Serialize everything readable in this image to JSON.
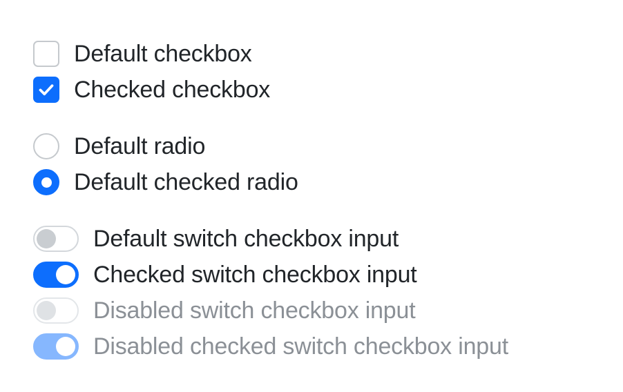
{
  "theme": {
    "accent": "#0d6efd",
    "accent_muted": "#86b7fe",
    "border": "#c5c9cd",
    "text": "#212529",
    "text_disabled": "#8b9096",
    "background": "#ffffff"
  },
  "groups": [
    {
      "name": "checkbox-group",
      "rows": [
        {
          "control": "checkbox",
          "checked": false,
          "disabled": false,
          "label": "Default checkbox"
        },
        {
          "control": "checkbox",
          "checked": true,
          "disabled": false,
          "label": "Checked checkbox"
        }
      ]
    },
    {
      "name": "radio-group",
      "rows": [
        {
          "control": "radio",
          "checked": false,
          "disabled": false,
          "label": "Default radio"
        },
        {
          "control": "radio",
          "checked": true,
          "disabled": false,
          "label": "Default checked radio"
        }
      ]
    },
    {
      "name": "switch-group",
      "rows": [
        {
          "control": "switch",
          "checked": false,
          "disabled": false,
          "label": "Default switch checkbox input"
        },
        {
          "control": "switch",
          "checked": true,
          "disabled": false,
          "label": "Checked switch checkbox input"
        },
        {
          "control": "switch",
          "checked": false,
          "disabled": true,
          "label": "Disabled switch checkbox input"
        },
        {
          "control": "switch",
          "checked": true,
          "disabled": true,
          "label": "Disabled checked switch checkbox input"
        }
      ]
    }
  ]
}
